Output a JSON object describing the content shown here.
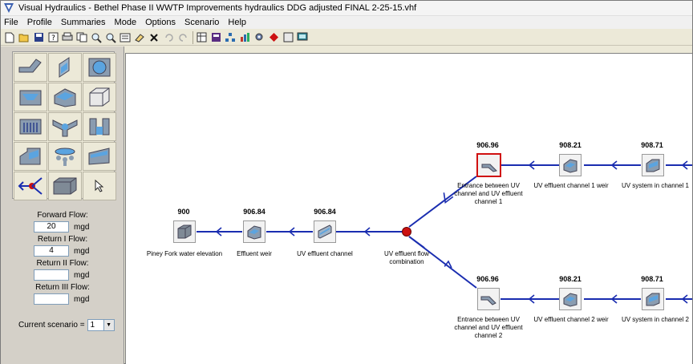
{
  "window": {
    "title": "Visual Hydraulics - Bethel Phase II WWTP Improvements hydraulics DDG adjusted FINAL 2-25-15.vhf"
  },
  "menu": [
    "File",
    "Profile",
    "Summaries",
    "Mode",
    "Options",
    "Scenario",
    "Help"
  ],
  "toolbar_icons": [
    "new-file-icon",
    "open-folder-icon",
    "save-icon",
    "help-icon",
    "print-preview-icon",
    "copy-icon",
    "zoom-in-icon",
    "zoom-out-icon",
    "properties-icon",
    "eraser-icon",
    "delete-icon",
    "undo-icon",
    "redo-icon",
    "grid-icon",
    "calculator-icon",
    "network-icon",
    "chart-icon",
    "settings-icon",
    "stop-icon",
    "report-icon",
    "monitor-icon"
  ],
  "palette": [
    "pipe-icon",
    "channel-icon",
    "circular-tank-icon",
    "rectangular-basin-icon",
    "weir-box-icon",
    "box-tank-icon",
    "screen-icon",
    "junction-icon",
    "sluice-gate-icon",
    "step-icon",
    "diffuser-icon",
    "drop-structure-icon",
    "flow-link-icon",
    "open-tank-icon",
    "pointer-icon"
  ],
  "flows": {
    "forward": {
      "label": "Forward Flow:",
      "value": "20",
      "unit": "mgd"
    },
    "return1": {
      "label": "Return I Flow:",
      "value": "4",
      "unit": "mgd"
    },
    "return2": {
      "label": "Return II Flow:",
      "value": "",
      "unit": "mgd"
    },
    "return3": {
      "label": "Return III Flow:",
      "value": "",
      "unit": "mgd"
    }
  },
  "scenario": {
    "label": "Current scenario =",
    "value": "1"
  },
  "nodes": [
    {
      "id": "n1",
      "elev": "900",
      "name": "Piney Fork water elevation",
      "icon": "tank-icon"
    },
    {
      "id": "n2",
      "elev": "906.84",
      "name": "Effluent weir",
      "icon": "weir-icon"
    },
    {
      "id": "n3",
      "elev": "906.84",
      "name": "UV effluent channel",
      "icon": "channel-icon"
    },
    {
      "id": "n4",
      "elev": "",
      "name": "UV effluent flow combination",
      "icon": "junction-icon"
    },
    {
      "id": "n5",
      "elev": "906.96",
      "name": "Entrance between UV channel and UV effluent channel 1",
      "icon": "pipe-icon"
    },
    {
      "id": "n6",
      "elev": "908.21",
      "name": "UV effluent channel 1 weir",
      "icon": "weir-icon"
    },
    {
      "id": "n7",
      "elev": "908.71",
      "name": "UV system in channel 1",
      "icon": "uv-system-icon"
    },
    {
      "id": "n8",
      "elev": "906.96",
      "name": "Entrance between UV channel and UV effluent channel 2",
      "icon": "pipe-icon"
    },
    {
      "id": "n9",
      "elev": "908.21",
      "name": "UV effluent channel 2 weir",
      "icon": "weir-icon"
    },
    {
      "id": "n10",
      "elev": "908.71",
      "name": "UV system in channel 2",
      "icon": "uv-system-icon"
    }
  ]
}
